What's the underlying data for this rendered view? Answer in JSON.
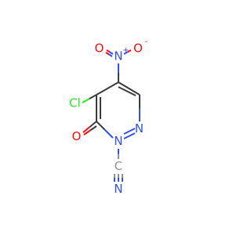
{
  "colors": {
    "bond": "#3a3a3a",
    "oxygen": "#ff0d0d",
    "nitrogen": "#3050f8",
    "chlorine": "#1ff01f",
    "carbon": "#909090"
  },
  "atoms": {
    "nitro_o_left": "O",
    "nitro_n": "N",
    "nitro_plus": "+",
    "nitro_o_right": "O",
    "nitro_minus": "-",
    "chlorine": "Cl",
    "carbonyl_o": "O",
    "ring_n_upper": "N",
    "ring_n_lower": "N",
    "nitrile_c": "C",
    "nitrile_n": "N"
  }
}
